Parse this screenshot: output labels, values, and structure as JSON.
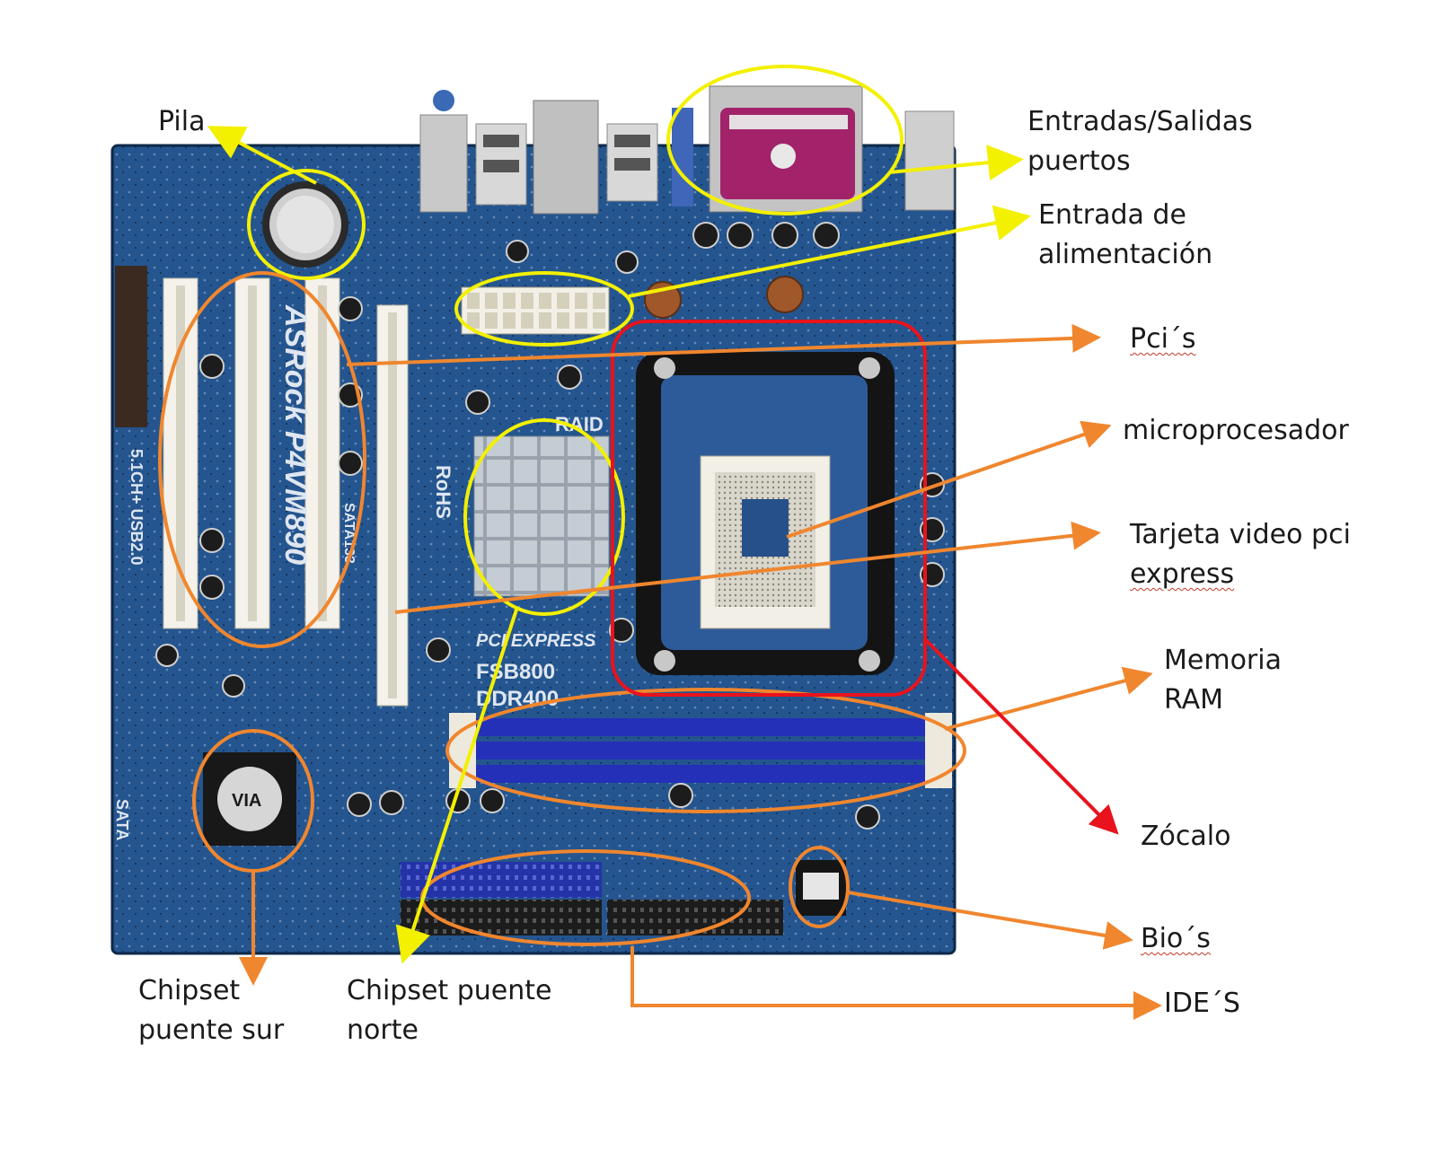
{
  "board": {
    "brand_text": "ASRock P4VM890",
    "chipset_brand": "VIA",
    "silk_rohs": "RoHS",
    "silk_raid": "RAID",
    "silk_pci_express": "PCI EXPRESS",
    "silk_fsb": "FSB800",
    "silk_ddr": "DDR400",
    "silk_usb": "5.1CH+ USB2.0",
    "silk_sata": "SATA",
    "silk_sata133": "SATA133"
  },
  "labels": {
    "pila": "Pila",
    "io_1": "Entradas/Salidas",
    "io_2": "puertos",
    "power_1": "Entrada de",
    "power_2": "alimentación",
    "pcis": "Pci´s",
    "cpu": "microprocesador",
    "video_1": "Tarjeta video pci",
    "video_2": "express",
    "ram_1": "Memoria",
    "ram_2": "RAM",
    "socket": "Zócalo",
    "bios": "Bio´s",
    "ides": "IDE´S",
    "south_1": "Chipset",
    "south_2": "puente sur",
    "north_1": "Chipset puente",
    "north_2": "norte"
  },
  "colors": {
    "board": "#1f4f8c",
    "yellow": "#f3f000",
    "orange": "#f0862e",
    "red": "#e8131c"
  }
}
